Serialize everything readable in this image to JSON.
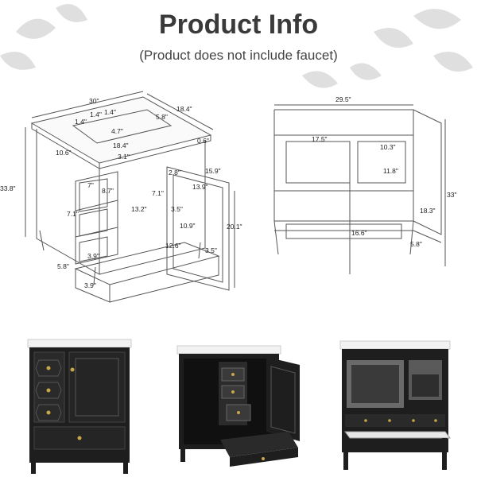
{
  "header": {
    "title": "Product Info",
    "subtitle": "(Product does not include faucet)"
  },
  "diagram_front": {
    "width": "30\"",
    "depth": "18.4\"",
    "hole_left": "1.4\"",
    "hole_mid": "1.4\"",
    "hole_right": "1.4\"",
    "faucet_offset": "5.8\"",
    "hole_depth": "4.7\"",
    "basin_width": "18.4\"",
    "basin_left": "10.6\"",
    "basin_front": "3.1\"",
    "top_thickness": "0.6\"",
    "height": "33.8\"",
    "drawer_w": "7\"",
    "drawer_w2": "8.7\"",
    "drawer_h": "7.1\"",
    "cab_depth": "13.2\"",
    "small_dim": "2.8\"",
    "door_width": "15.9\"",
    "door_inner_w": "13.9\"",
    "door_inner_h": "7.1\"",
    "shelf_gap": "3.5\"",
    "door_depth": "10.9\"",
    "door_height": "20.1\"",
    "bottom_depth": "12.6\"",
    "bottom_h": "3.5\"",
    "drawer_front": "3.9\"",
    "leg_h": "5.8\"",
    "bottom_drawer": "3.9\""
  },
  "diagram_back": {
    "width": "29.5\"",
    "inner_left": "17.5\"",
    "inner_right": "10.3\"",
    "inner_right_h": "11.8\"",
    "height": "33\"",
    "side_depth": "18.3\"",
    "bottom_width": "16.6\"",
    "leg_h": "5.8\""
  },
  "colors": {
    "cabinet": "#1e1e1e",
    "top": "#f2f2f2",
    "hardware": "#c9a64a",
    "line": "#555555"
  }
}
